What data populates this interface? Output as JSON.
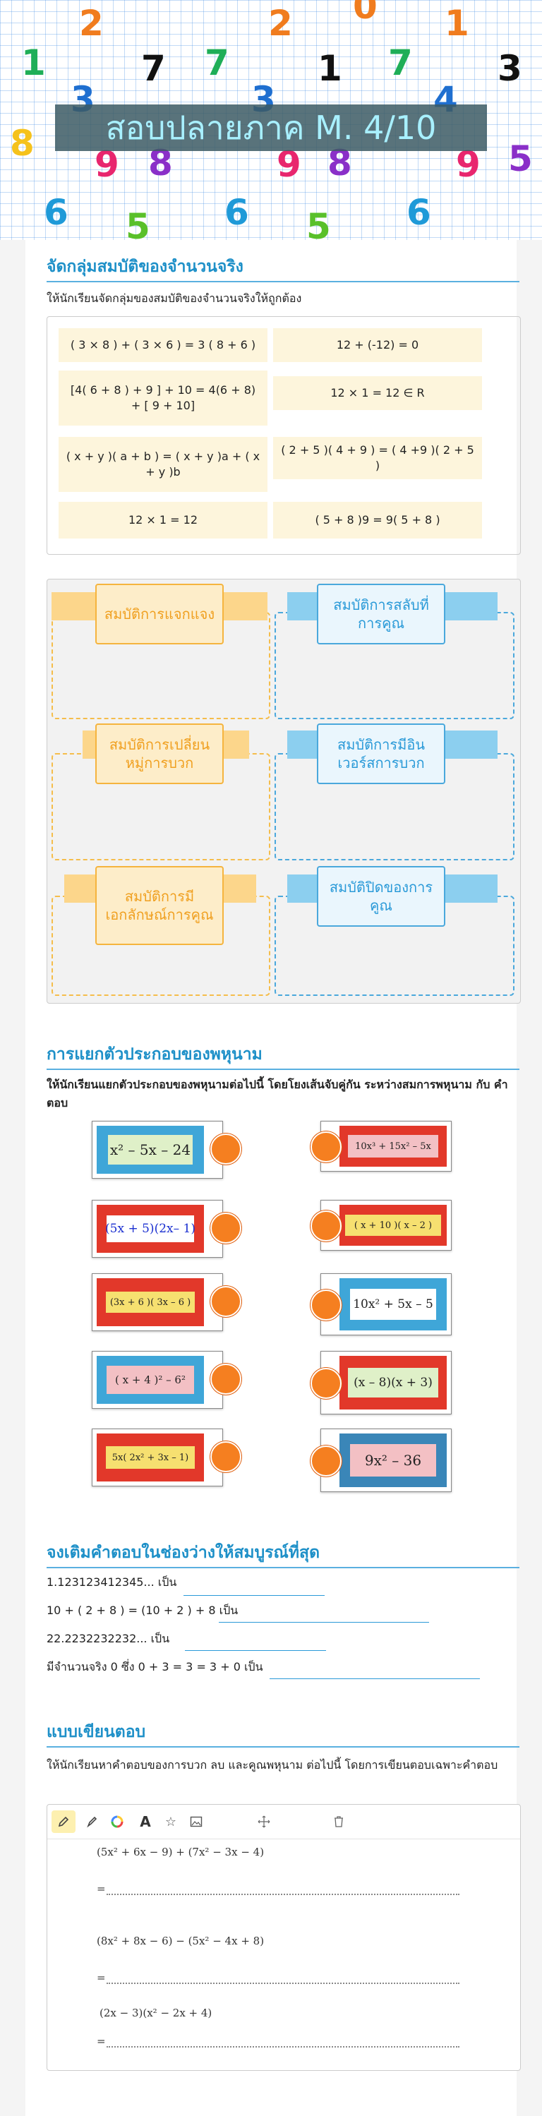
{
  "header": {
    "title": "สอบปลายภาค M. 4/10",
    "digits": [
      "2",
      "0",
      "2",
      "1",
      "7",
      "1",
      "7",
      "1",
      "7",
      "3",
      "3",
      "3",
      "4",
      "8",
      "9",
      "8",
      "9",
      "8",
      "9",
      "5",
      "6",
      "5",
      "6",
      "5",
      "6"
    ]
  },
  "section1": {
    "title": "จัดกลุ่มสมบัติของจำนวนจริง",
    "instruction": "ให้นักเรียนจัดกลุ่มของสมบัติของจำนวนจริงให้ถูกต้อง",
    "chips": [
      "( 3 × 8 ) + ( 3 × 6 ) = 3 ( 8 + 6 )",
      "12 + (-12) = 0",
      "[4( 6 + 8 ) + 9 ] + 10 = 4(6 + 8) + [ 9 + 10]",
      "12 × 1 = 12 ∈ R",
      "( x + y )( a + b ) = ( x + y )a + ( x + y )b",
      "( 2 + 5 )( 4 + 9 ) = ( 4 +9 )( 2 + 5 )",
      "12 × 1 = 12",
      "( 5 + 8 )9 = 9( 5 + 8 )"
    ],
    "groups": [
      "สมบัติการแจกแจง",
      "สมบัติการสลับที่การคูณ",
      "สมบัติการเปลี่ยนหมู่การบวก",
      "สมบัติการมีอินเวอร์สการบวก",
      "สมบัติการมีเอกลักษณ์การคูณ",
      "สมบัติปิดของการคูณ"
    ]
  },
  "section2": {
    "title": "การแยกตัวประกอบของพหุนาม",
    "instruction": "ให้นักเรียนแยกตัวประกอบของพหุนามต่อไปนี้ โดยโยงเส้นจับคู่กัน ระหว่างสมการพหุนาม กับ คำตอบ",
    "left": [
      "x² – 5x – 24",
      "(5x + 5)(2x– 1)",
      "(3x + 6 )( 3x – 6 )",
      "( x + 4 )² – 6²",
      "5x( 2x² + 3x – 1)"
    ],
    "right": [
      "10x³ + 15x² – 5x",
      "( x + 10 )( x – 2 )",
      "10x² + 5x – 5",
      "(x – 8)(x + 3)",
      "9x² – 36"
    ],
    "colors": {
      "red": "#e2382a",
      "blue": "#3fa6d8",
      "orange": "#f07c1e"
    }
  },
  "section3": {
    "title": "จงเติมคำตอบในช่องว่างให้สมบูรณ์ที่สุด",
    "items": [
      "1.123123412345... เป็น",
      "10 + ( 2 + 8 ) = (10 + 2 ) + 8 เป็น",
      "22.2232232232... เป็น",
      "มีจำนวนจริง 0 ซึ่ง 0 + 3 = 3 = 3 + 0 เป็น"
    ]
  },
  "section4": {
    "title": "แบบเขียนตอบ",
    "instruction": "ให้นักเรียนหาคำตอบของการบวก ลบ และคูณพหุนาม ต่อไปนี้ โดยการเขียนตอบเฉพาะคำตอบ",
    "tools": [
      "pencil-icon",
      "marker-icon",
      "color-wheel-icon",
      "text-icon",
      "star-icon",
      "image-icon",
      "move-icon",
      "trash-icon"
    ],
    "problems": [
      "(5x² + 6x − 9) + (7x² − 3x − 4)",
      "(8x² + 8x − 6) − (5x² − 4x + 8)",
      "(2x − 3)(x² − 2x + 4)"
    ],
    "answer_prefix": "="
  }
}
